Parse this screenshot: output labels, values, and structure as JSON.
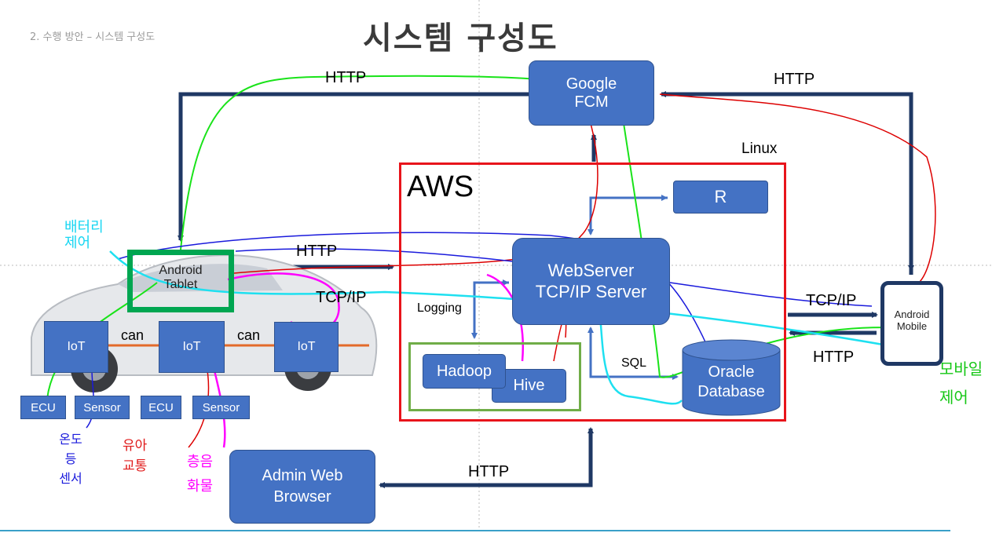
{
  "header": {
    "section": "2. 수행 방안 – 시스템 구성도",
    "title": "시스템 구성도"
  },
  "nodes": {
    "google_fcm": "Google\nFCM",
    "r": "R",
    "webserver": "WebServer\nTCP/IP Server",
    "hadoop": "Hadoop",
    "hive": "Hive",
    "oracle": "Oracle\nDatabase",
    "admin_browser": "Admin Web\nBrowser",
    "android_tablet": "Android\nTablet",
    "android_mobile": "Android\nMobile",
    "iot_1": "IoT",
    "iot_2": "IoT",
    "iot_3": "IoT",
    "ecu_1": "ECU",
    "sensor_1": "Sensor",
    "ecu_2": "ECU",
    "sensor_2": "Sensor"
  },
  "labels": {
    "aws": "AWS",
    "linux": "Linux",
    "http_top_left": "HTTP",
    "http_top_right": "HTTP",
    "http_tablet_webserver": "HTTP",
    "tcpip_tablet": "TCP/IP",
    "tcpip_mobile": "TCP/IP",
    "http_mobile": "HTTP",
    "http_admin": "HTTP",
    "logging": "Logging",
    "sql": "SQL",
    "can_1": "can",
    "can_2": "can"
  },
  "annotations": {
    "battery_control": "배터리\n제어",
    "mobile_control": "모바일\n제어",
    "temperature_sensor": "온도\n등\n센서",
    "oil_traffic": "유아\n교통",
    "noise_cargo": "층음\n화물"
  },
  "colors": {
    "box_blue": "#4472c4",
    "aws_red": "#e8141b",
    "hadoop_green": "#70ad47",
    "tablet_green": "#00a651",
    "arrow_navy": "#1f3864",
    "arrow_light": "#4472c4"
  }
}
